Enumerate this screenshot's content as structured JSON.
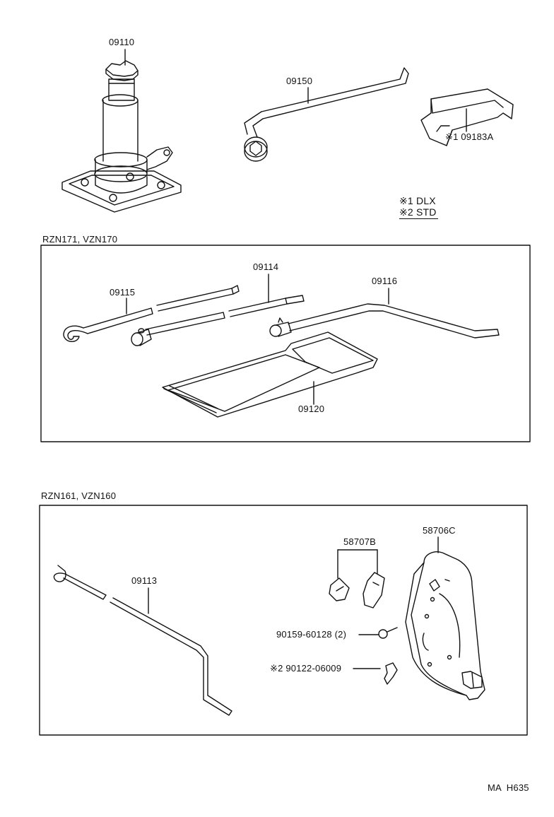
{
  "legend": {
    "dlx": "※1 DLX",
    "std": "※2 STD"
  },
  "sections": {
    "upper_title": "RZN171, VZN170",
    "lower_title": "RZN161, VZN160"
  },
  "parts": {
    "jack": "09110",
    "jack_handle": "09150",
    "bracket": "※1 09183A",
    "wrench": "09115",
    "extension_bar": "09114",
    "jack_handle_2": "09116",
    "tool_bag": "09120",
    "jack_handle_3": "09113",
    "clamp": "58707B",
    "holder": "58706C",
    "bolt": "90159-60128 (2)",
    "wing_nut": "※2 90122-06009"
  },
  "footer": "MA  H635"
}
